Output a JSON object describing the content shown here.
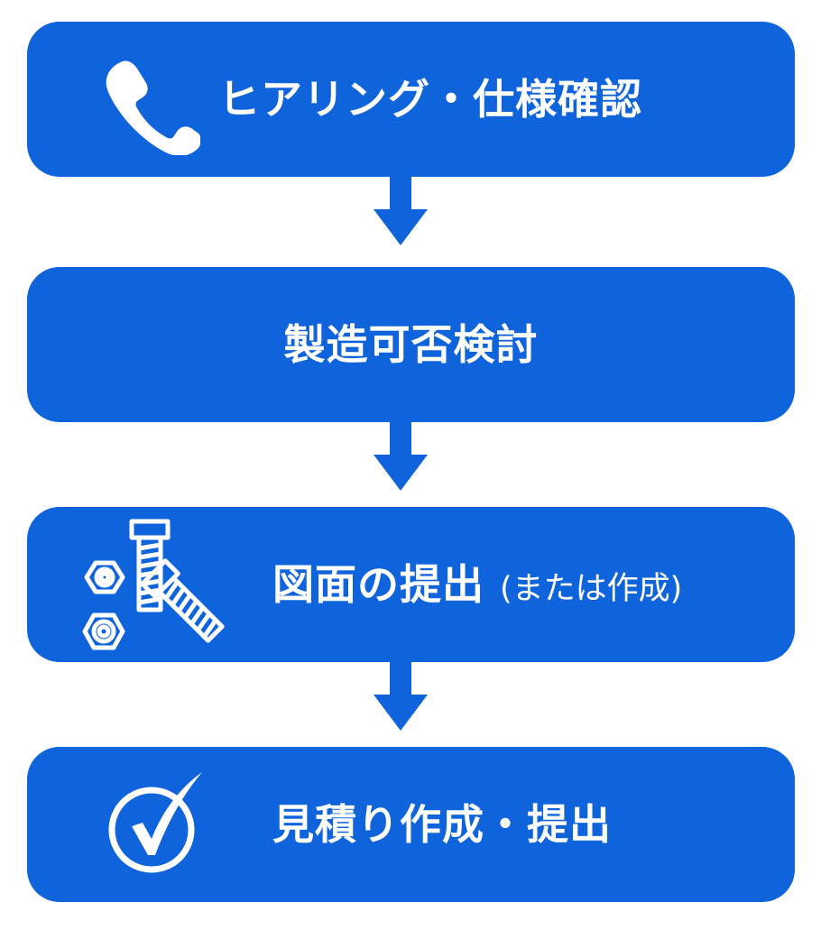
{
  "steps": [
    {
      "label": "ヒアリング・仕様確認",
      "icon": "phone-icon"
    },
    {
      "label": "製造可否検討"
    },
    {
      "label": "図面の提出",
      "sub": "(または作成)",
      "icon": "bolts-nuts-icon"
    },
    {
      "label": "見積り作成・提出",
      "icon": "check-circle-icon"
    }
  ],
  "colors": {
    "box": "#0f63db",
    "text": "#ffffff",
    "arrow": "#0f63db"
  }
}
